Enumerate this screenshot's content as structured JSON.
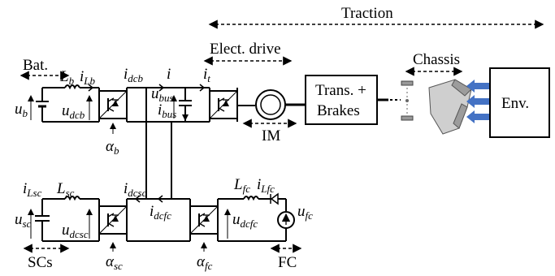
{
  "labels": {
    "traction": "Traction",
    "elect_drive": "Elect. drive",
    "chassis": "Chassis",
    "bat": "Bat.",
    "im": "IM",
    "trans": "Trans. +",
    "brakes": "Brakes",
    "env": "Env.",
    "scs": "SCs",
    "fc": "FC"
  },
  "symbols": {
    "Lb": {
      "base": "L",
      "sub": "b"
    },
    "iLb": {
      "base": "i",
      "sub": "Lb"
    },
    "idcb": {
      "base": "i",
      "sub": "dcb"
    },
    "i": {
      "base": "i",
      "sub": ""
    },
    "it": {
      "base": "i",
      "sub": "t"
    },
    "ub": {
      "base": "u",
      "sub": "b"
    },
    "udcb": {
      "base": "u",
      "sub": "dcb"
    },
    "ubus": {
      "base": "u",
      "sub": "bus"
    },
    "ibus": {
      "base": "i",
      "sub": "bus"
    },
    "alphab": {
      "base": "α",
      "sub": "b"
    },
    "iLsc": {
      "base": "i",
      "sub": "Lsc"
    },
    "Lsc": {
      "base": "L",
      "sub": "sc"
    },
    "idcsc": {
      "base": "i",
      "sub": "dcsc"
    },
    "usc": {
      "base": "u",
      "sub": "sc"
    },
    "udcsc": {
      "base": "u",
      "sub": "dcsc"
    },
    "idcfc": {
      "base": "i",
      "sub": "dcfc"
    },
    "Lfc": {
      "base": "L",
      "sub": "fc"
    },
    "iLfc": {
      "base": "i",
      "sub": "Lfc"
    },
    "udcfc": {
      "base": "u",
      "sub": "dcfc"
    },
    "ufc": {
      "base": "u",
      "sub": "fc"
    },
    "alphasc": {
      "base": "α",
      "sub": "sc"
    },
    "alphafc": {
      "base": "α",
      "sub": "fc"
    }
  }
}
